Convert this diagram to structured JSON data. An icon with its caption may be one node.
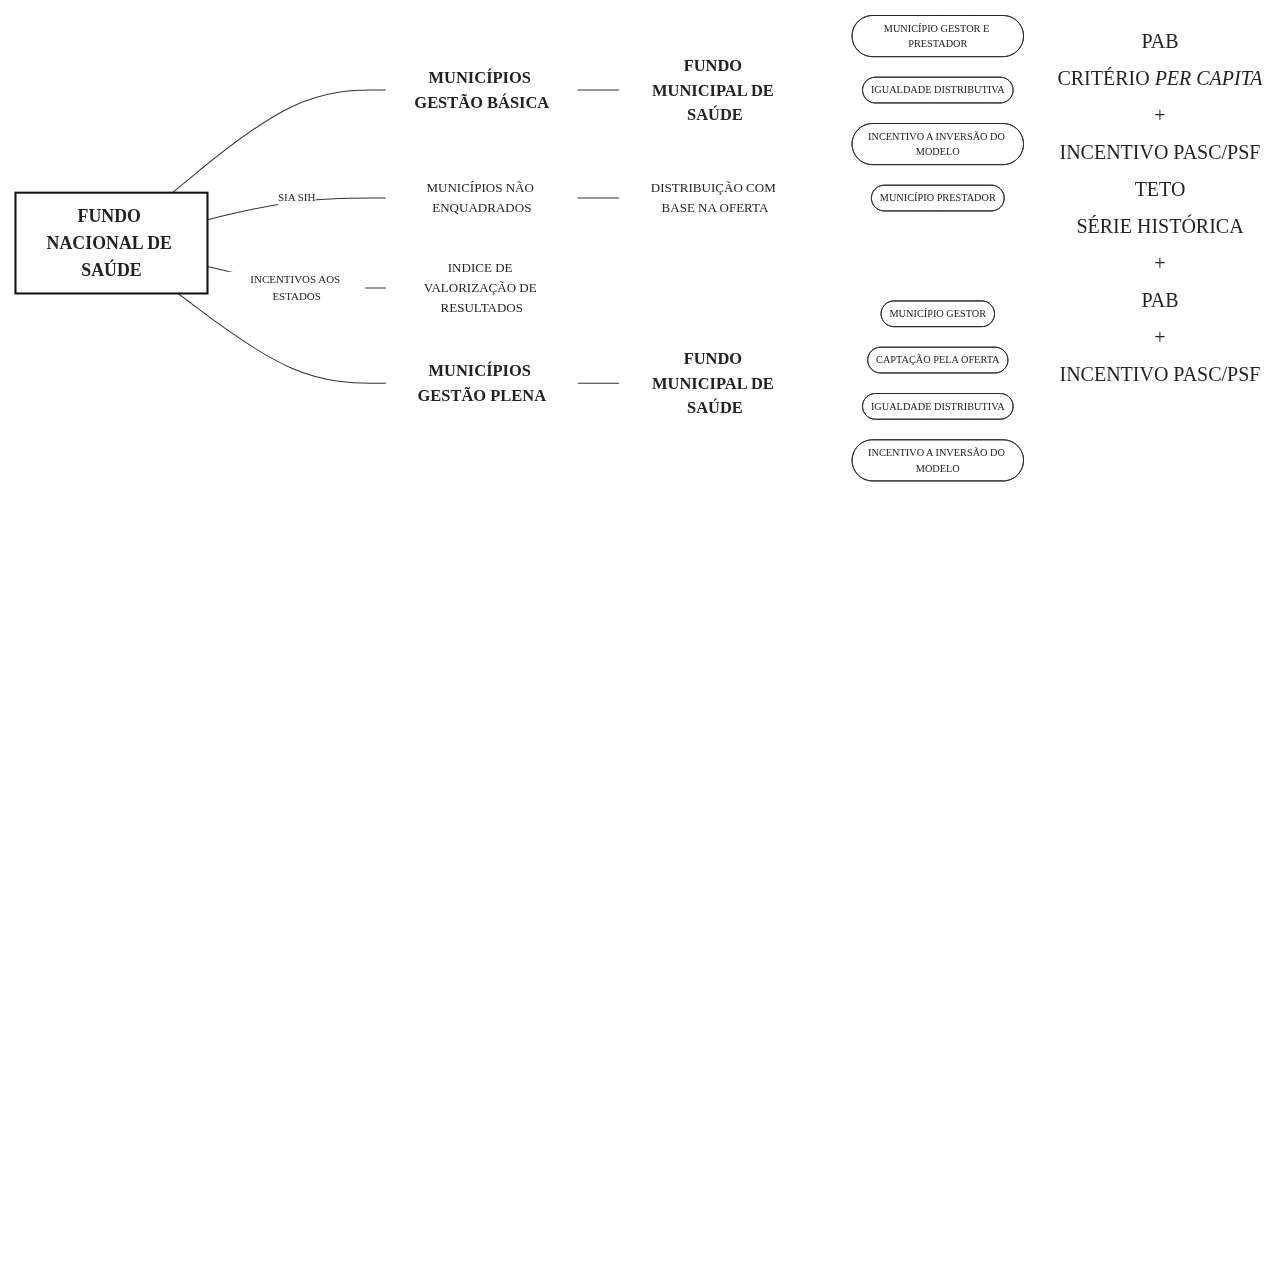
{
  "diagram": {
    "nodes": [
      {
        "text": [
          "FUNDO NACIONAL DE SAÚDE"
        ]
      },
      {
        "text": [
          "MUNICÍPIOS GESTÃO BÁSICA"
        ]
      },
      {
        "text": [
          "FUNDO MUNICIPAL DE SAÚDE"
        ]
      },
      {
        "text": [
          "MUNICÍPIO GESTOR E PRESTADOR"
        ]
      },
      {
        "text": [
          "IGUALDADE DISTRIBUTIVA"
        ]
      },
      {
        "text": [
          "INCENTIVO A INVERSÃO DO MODELO"
        ]
      },
      {
        "text": [
          "MUNICÍPIOS NÃO ENQUADRADOS"
        ]
      },
      {
        "text": [
          "DISTRIBUIÇÃO COM BASE NA OFERTA"
        ]
      },
      {
        "text": [
          "MUNICÍPIO PRESTADOR"
        ]
      },
      {
        "text": [
          "INDICE DE VALORIZAÇÃO DE RESULTADOS"
        ]
      },
      {
        "text": [
          "MUNICÍPIO GESTOR"
        ]
      },
      {
        "text": [
          "CAPTAÇÃO PELA OFERTA"
        ]
      },
      {
        "text": [
          "IGUALDADE DISTRIBUTIVA"
        ]
      },
      {
        "text": [
          "INCENTIVO A INVERSÃO DO MODELO"
        ]
      },
      {
        "text": [
          "MUNICÍPIOS GESTÃO PLENA"
        ]
      },
      {
        "text": [
          "FUNDO MUNICIPAL DE SAÚDE"
        ]
      }
    ],
    "edges": [
      {
        "from": 0,
        "to": 1,
        "arrow": "none"
      },
      {
        "from": 1,
        "to": 2,
        "arrow": "none"
      },
      {
        "from": 0,
        "to": 6,
        "label": "SIA SIH",
        "arrow": "none"
      },
      {
        "from": 6,
        "to": 7,
        "arrow": "none"
      },
      {
        "from": 0,
        "to": 9,
        "label": "INCENTIVOS AOS ESTADOS",
        "arrow": "none"
      },
      {
        "from": 0,
        "to": 14,
        "arrow": "none"
      },
      {
        "from": 14,
        "to": 15,
        "arrow": "none"
      }
    ],
    "labels": [
      "PAB",
      "CRITÉRIO *PER CAPITA*",
      "+",
      "INCENTIVO PASC/PSF",
      "TETO",
      "SÉRIE HISTÓRICA",
      "+",
      "PAB",
      "+",
      "INCENTIVO PASC/PSF"
    ]
  }
}
